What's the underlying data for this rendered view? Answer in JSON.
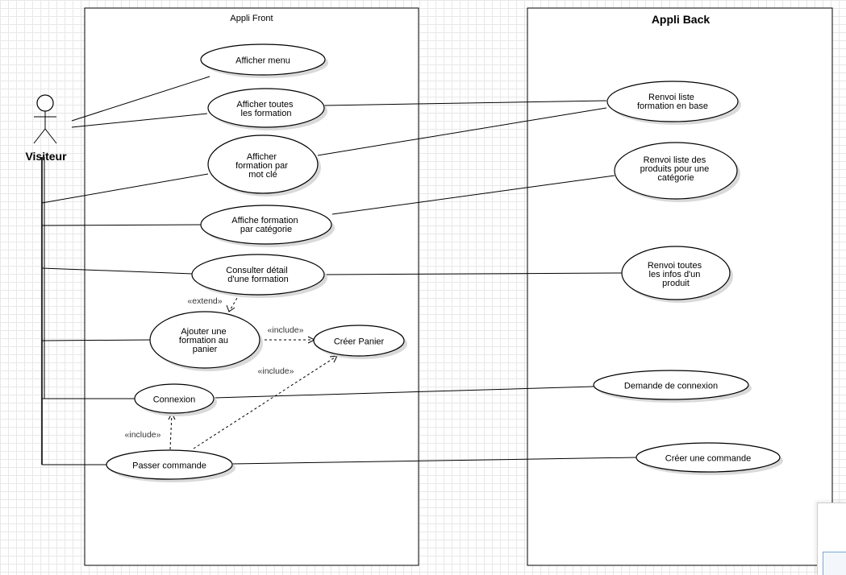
{
  "diagram": {
    "front_title": "Appli Front",
    "back_title": "Appli Back",
    "actor": "Visiteur",
    "front_cases": {
      "afficher_menu": [
        "Afficher menu"
      ],
      "afficher_toutes": [
        "Afficher toutes",
        "les formation"
      ],
      "afficher_mot_cle": [
        "Afficher",
        "formation par",
        "mot clé"
      ],
      "affiche_categorie": [
        "Affiche formation",
        "par catégorie"
      ],
      "consulter_detail": [
        "Consulter détail",
        "d'une formation"
      ],
      "ajouter_panier": [
        "Ajouter une",
        "formation au",
        "panier"
      ],
      "creer_panier": [
        "Créer Panier"
      ],
      "connexion": [
        "Connexion"
      ],
      "passer_commande": [
        "Passer commande"
      ]
    },
    "back_cases": {
      "renvoi_liste_formation": [
        "Renvoi liste",
        "formation en base"
      ],
      "renvoi_liste_produits": [
        "Renvoi liste des",
        "produits pour une",
        "catégorie"
      ],
      "renvoi_infos": [
        "Renvoi toutes",
        "les infos d'un",
        "produit"
      ],
      "demande_connexion": [
        "Demande de connexion"
      ],
      "creer_commande": [
        "Créer une commande"
      ]
    },
    "relation_labels": {
      "extend": "«extend»",
      "include_panier": "«include»",
      "include_commande_panier": "«include»",
      "include_connexion": "«include»"
    }
  }
}
